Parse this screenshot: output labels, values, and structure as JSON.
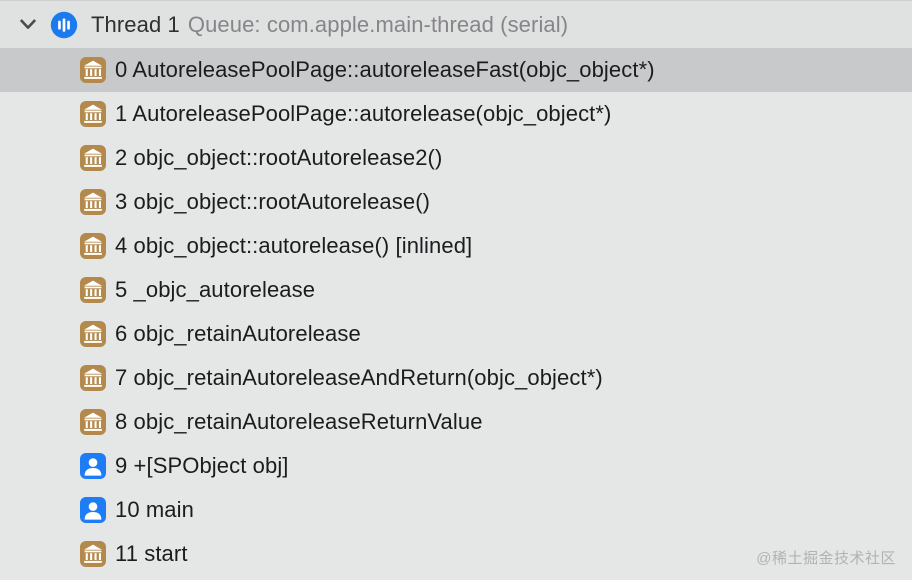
{
  "header": {
    "chevron_icon": "chevron-down",
    "thread_icon": "thread-paused-badge",
    "title": "Thread 1",
    "queue": "Queue: com.apple.main-thread (serial)"
  },
  "frames": [
    {
      "text": "0 AutoreleasePoolPage::autoreleaseFast(objc_object*)",
      "icon": "system-library-icon",
      "selected": true
    },
    {
      "text": "1 AutoreleasePoolPage::autorelease(objc_object*)",
      "icon": "system-library-icon",
      "selected": false
    },
    {
      "text": "2 objc_object::rootAutorelease2()",
      "icon": "system-library-icon",
      "selected": false
    },
    {
      "text": "3 objc_object::rootAutorelease()",
      "icon": "system-library-icon",
      "selected": false
    },
    {
      "text": "4 objc_object::autorelease() [inlined]",
      "icon": "system-library-icon",
      "selected": false
    },
    {
      "text": "5 _objc_autorelease",
      "icon": "system-library-icon",
      "selected": false
    },
    {
      "text": "6 objc_retainAutorelease",
      "icon": "system-library-icon",
      "selected": false
    },
    {
      "text": "7 objc_retainAutoreleaseAndReturn(objc_object*)",
      "icon": "system-library-icon",
      "selected": false
    },
    {
      "text": "8 objc_retainAutoreleaseReturnValue",
      "icon": "system-library-icon",
      "selected": false
    },
    {
      "text": "9 +[SPObject obj]",
      "icon": "user-code-person-icon",
      "selected": false
    },
    {
      "text": "10 main",
      "icon": "user-code-person-icon",
      "selected": false
    },
    {
      "text": "11 start",
      "icon": "system-library-icon",
      "selected": false
    }
  ],
  "watermark": "@稀土掘金技术社区",
  "colors": {
    "selection_bg": "#C7C9CA",
    "header_bg": "#E0E1E1",
    "body_bg": "#E5E6E6",
    "icon_blue": "#1E7CF4",
    "icon_tan": "#B3894C",
    "title_text": "#2F2F31",
    "queue_text": "#86868A",
    "frame_text": "#1C1C1E",
    "watermark_text": "#B2B2B2"
  }
}
